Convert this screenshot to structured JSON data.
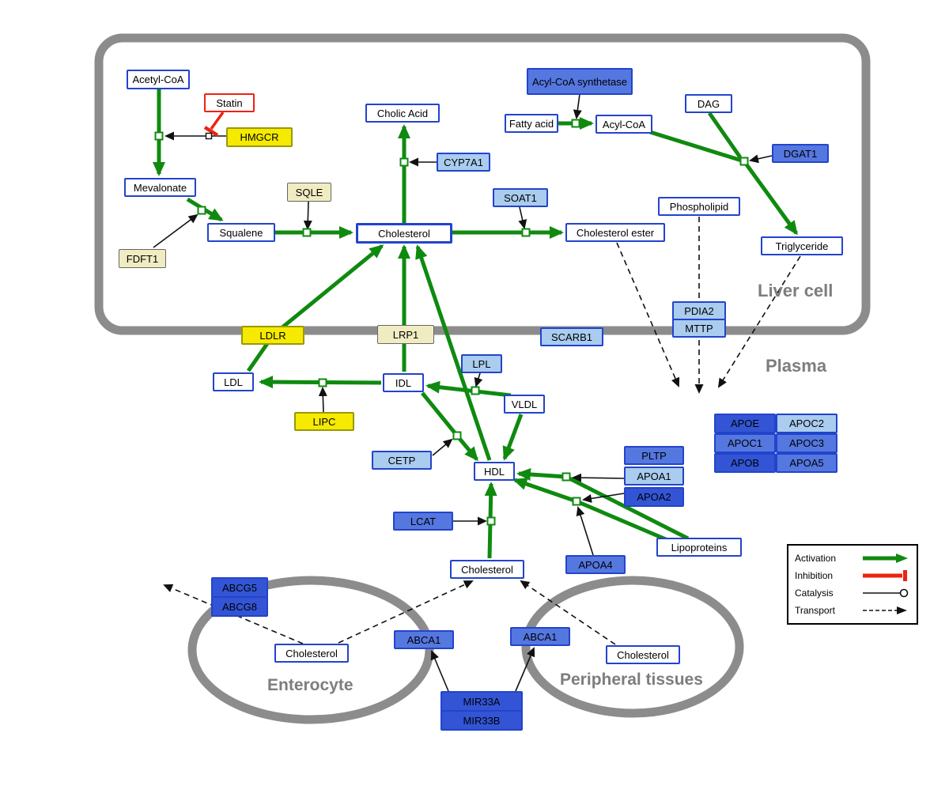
{
  "compartments": {
    "liver": {
      "label": "Liver cell"
    },
    "plasma": {
      "label": "Plasma"
    },
    "enterocyte": {
      "label": "Enterocyte"
    },
    "peripheral": {
      "label": "Peripheral tissues"
    }
  },
  "nodes": {
    "acetyl_coa": {
      "label": "Acetyl-CoA"
    },
    "statin": {
      "label": "Statin"
    },
    "hmgcr": {
      "label": "HMGCR"
    },
    "mevalonate": {
      "label": "Mevalonate"
    },
    "sqle": {
      "label": "SQLE"
    },
    "fdft1": {
      "label": "FDFT1"
    },
    "squalene": {
      "label": "Squalene"
    },
    "cholesterol_liver": {
      "label": "Cholesterol"
    },
    "cholic_acid": {
      "label": "Cholic Acid"
    },
    "cyp7a1": {
      "label": "CYP7A1"
    },
    "soat1": {
      "label": "SOAT1"
    },
    "cholesterol_ester": {
      "label": "Cholesterol ester"
    },
    "acyl_coa_synthetase": {
      "label": "Acyl-CoA synthetase"
    },
    "fatty_acid": {
      "label": "Fatty acid"
    },
    "acyl_coa": {
      "label": "Acyl-CoA"
    },
    "dag": {
      "label": "DAG"
    },
    "dgat1": {
      "label": "DGAT1"
    },
    "phospholipid": {
      "label": "Phospholipid"
    },
    "triglyceride": {
      "label": "Triglyceride"
    },
    "ldlr": {
      "label": "LDLR"
    },
    "lrp1": {
      "label": "LRP1"
    },
    "scarb1": {
      "label": "SCARB1"
    },
    "pdia2": {
      "label": "PDIA2"
    },
    "mttp": {
      "label": "MTTP"
    },
    "ldl": {
      "label": "LDL"
    },
    "idl": {
      "label": "IDL"
    },
    "lipc": {
      "label": "LIPC"
    },
    "lpl": {
      "label": "LPL"
    },
    "vldl": {
      "label": "VLDL"
    },
    "cetp": {
      "label": "CETP"
    },
    "hdl": {
      "label": "HDL"
    },
    "lcat": {
      "label": "LCAT"
    },
    "pltp": {
      "label": "PLTP"
    },
    "apoa1": {
      "label": "APOA1"
    },
    "apoa2": {
      "label": "APOA2"
    },
    "apoa4": {
      "label": "APOA4"
    },
    "lipoproteins": {
      "label": "Lipoproteins"
    },
    "apoe": {
      "label": "APOE"
    },
    "apoc2": {
      "label": "APOC2"
    },
    "apoc1": {
      "label": "APOC1"
    },
    "apoc3": {
      "label": "APOC3"
    },
    "apob": {
      "label": "APOB"
    },
    "apoa5": {
      "label": "APOA5"
    },
    "cholesterol_plasma": {
      "label": "Cholesterol"
    },
    "abcg5": {
      "label": "ABCG5"
    },
    "abcg8": {
      "label": "ABCG8"
    },
    "cholesterol_enterocyte": {
      "label": "Cholesterol"
    },
    "abca1_enterocyte": {
      "label": "ABCA1"
    },
    "abca1_peripheral": {
      "label": "ABCA1"
    },
    "cholesterol_peripheral": {
      "label": "Cholesterol"
    },
    "mir33a": {
      "label": "MIR33A"
    },
    "mir33b": {
      "label": "MIR33B"
    }
  },
  "legend": {
    "items": {
      "activation": "Activation",
      "inhibition": "Inhibition",
      "catalysis": "Catalysis",
      "transport": "Transport"
    }
  },
  "colors": {
    "activation_green": "#0f8a0f",
    "inhibition_red": "#ee2211",
    "node_border_blue": "#2244cc",
    "membrane_gray": "#8c8c8c",
    "yellow": "#f5ea00",
    "pale_yellow": "#f0ecc2",
    "light_blue": "#aaccee",
    "medium_blue": "#5577e0",
    "dark_blue": "#3355d5"
  }
}
